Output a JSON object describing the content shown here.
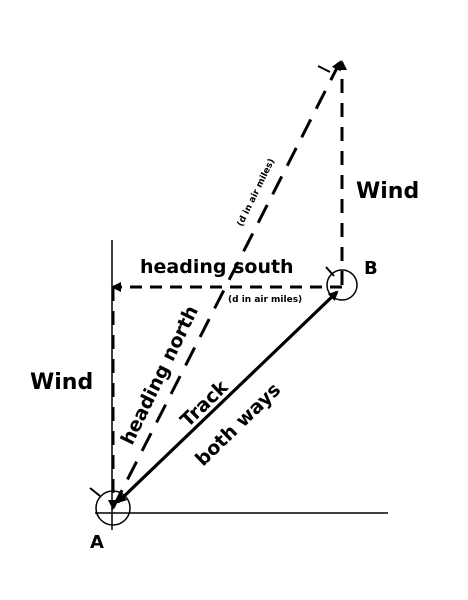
{
  "labels": {
    "point_a": "A",
    "point_b": "B",
    "wind_left": "Wind",
    "wind_right": "Wind",
    "heading_south": "heading south",
    "heading_north": "heading north",
    "air_miles_top": "(d in air miles)",
    "air_miles_mid": "(d in air miles)",
    "track": "Track",
    "both_ways": "both ways"
  },
  "colors": {
    "ink": "#000000",
    "background": "#ffffff"
  }
}
